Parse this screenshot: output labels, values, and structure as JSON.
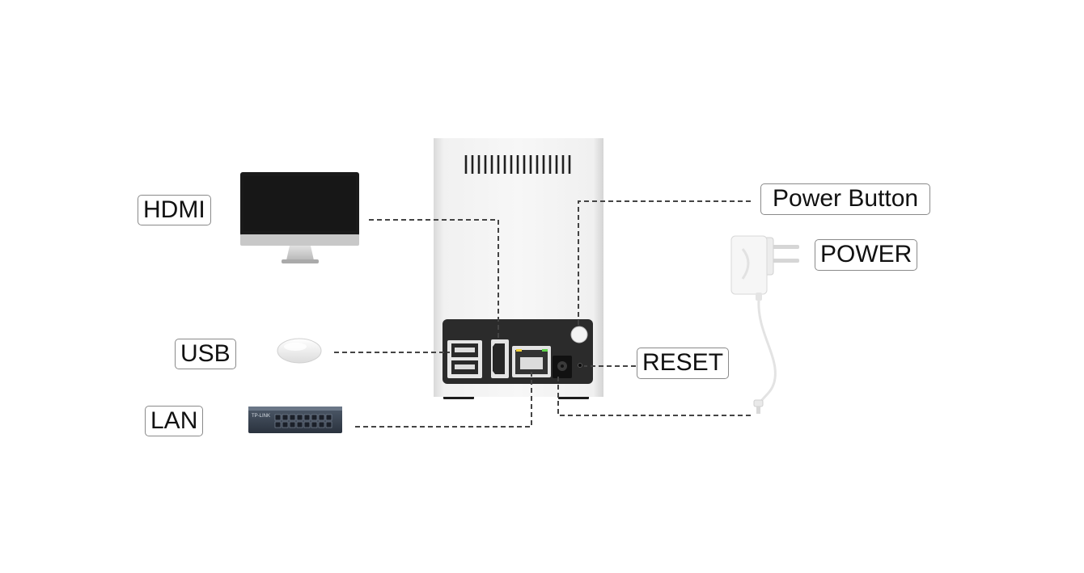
{
  "labels": {
    "hdmi": "HDMI",
    "usb": "USB",
    "lan": "LAN",
    "power_button": "Power Button",
    "power": "POWER",
    "reset": "RESET"
  },
  "switch_brand": "TP-LINK"
}
